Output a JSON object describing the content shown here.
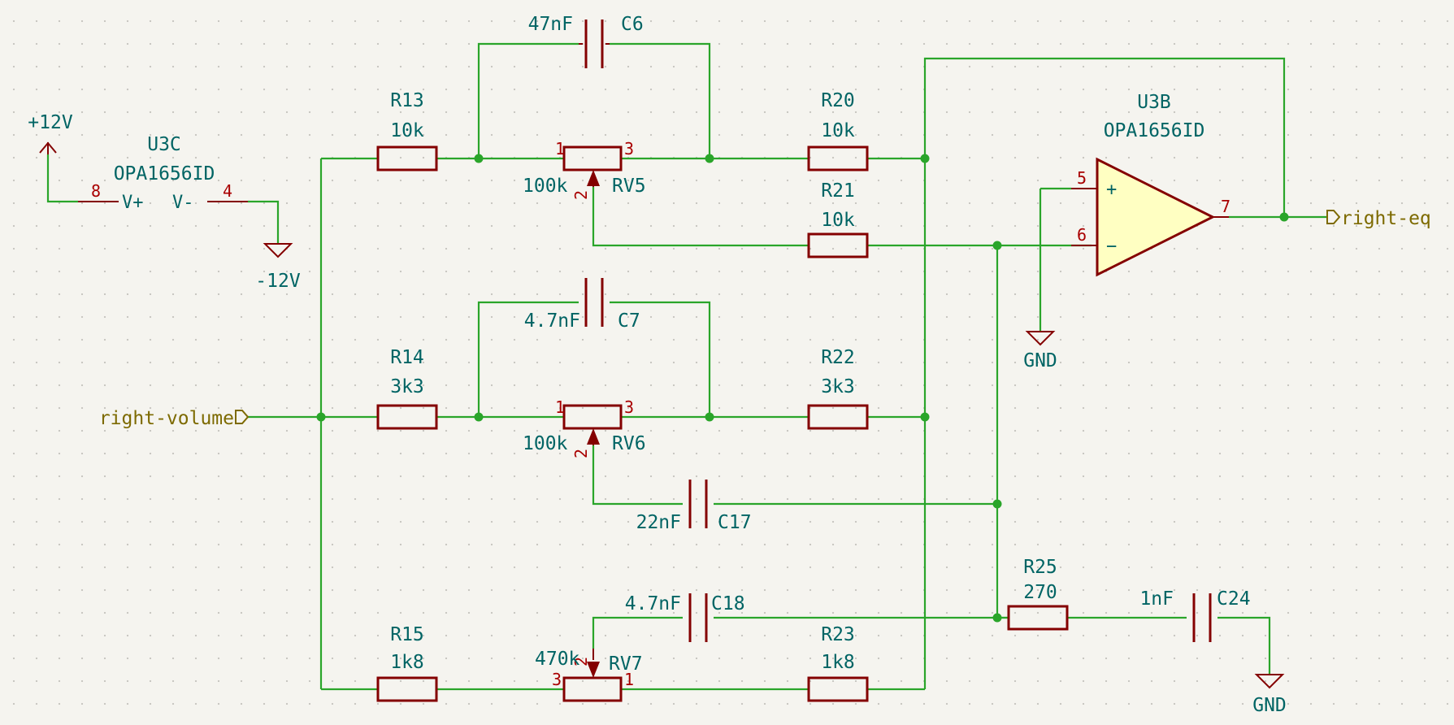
{
  "power": {
    "p12v": "+12V",
    "n12v": "-12V",
    "gnd1": "GND",
    "gnd2": "GND"
  },
  "labels": {
    "input": "right-volume",
    "output": "right-eq"
  },
  "u3c": {
    "ref": "U3C",
    "value": "OPA1656ID",
    "pin_vp_num": "8",
    "pin_vp_name": "V+",
    "pin_vn_name": "V-",
    "pin_vn_num": "4"
  },
  "u3b": {
    "ref": "U3B",
    "value": "OPA1656ID",
    "pin_in_p": "5",
    "pin_in_n": "6",
    "pin_out": "7",
    "plus": "+",
    "minus": "−"
  },
  "resistors": {
    "r13": {
      "ref": "R13",
      "value": "10k"
    },
    "r14": {
      "ref": "R14",
      "value": "3k3"
    },
    "r15": {
      "ref": "R15",
      "value": "1k8"
    },
    "r20": {
      "ref": "R20",
      "value": "10k"
    },
    "r21": {
      "ref": "R21",
      "value": "10k"
    },
    "r22": {
      "ref": "R22",
      "value": "3k3"
    },
    "r23": {
      "ref": "R23",
      "value": "1k8"
    },
    "r25": {
      "ref": "R25",
      "value": "270"
    }
  },
  "capacitors": {
    "c6": {
      "ref": "C6",
      "value": "47nF"
    },
    "c7": {
      "ref": "C7",
      "value": "4.7nF"
    },
    "c17": {
      "ref": "C17",
      "value": "22nF"
    },
    "c18": {
      "ref": "C18",
      "value": "4.7nF"
    },
    "c24": {
      "ref": "C24",
      "value": "1nF"
    }
  },
  "pots": {
    "rv5": {
      "ref": "RV5",
      "value": "100k",
      "pin1": "1",
      "pin2": "2",
      "pin3": "3"
    },
    "rv6": {
      "ref": "RV6",
      "value": "100k",
      "pin1": "1",
      "pin2": "2",
      "pin3": "3"
    },
    "rv7": {
      "ref": "RV7",
      "value": "470k",
      "pin1": "1",
      "pin2": "2",
      "pin3": "3"
    }
  },
  "colors": {
    "wire": "#2aa52a",
    "component": "#840000",
    "opamp_fill": "#ffffc2",
    "text": "#006464",
    "label": "#7d6a00",
    "background": "#f5f4ef"
  }
}
